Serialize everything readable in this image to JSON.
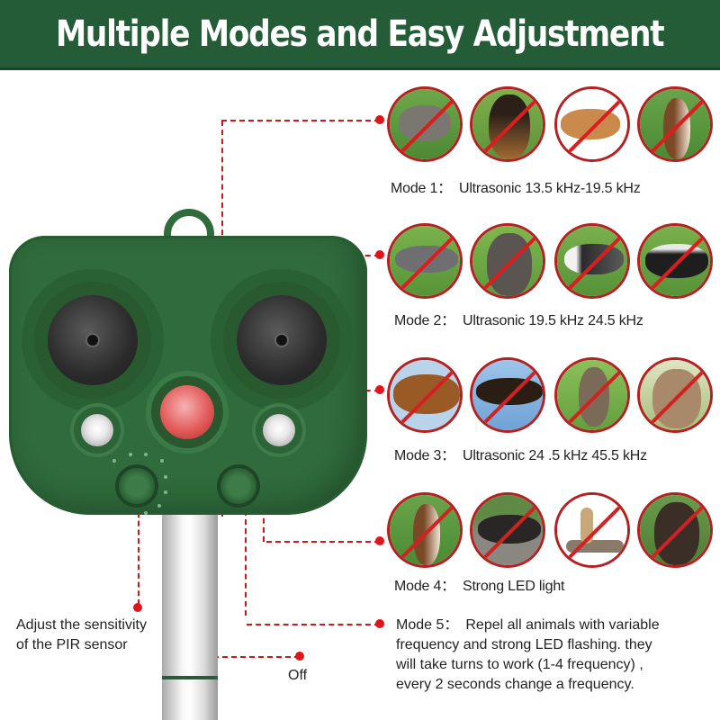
{
  "banner": {
    "title": "Multiple Modes and Easy Adjustment",
    "background": "#235c36",
    "text_color": "#ffffff"
  },
  "modes": [
    {
      "label": "Mode 1：",
      "description": "Ultrasonic 13.5 kHz-19.5 kHz",
      "animals": [
        "rat-icon",
        "dog-icon",
        "fox-icon",
        "weasel-icon"
      ]
    },
    {
      "label": "Mode 2：",
      "description": "Ultrasonic 19.5 kHz 24.5 kHz",
      "animals": [
        "cat-icon",
        "raccoon-dog-icon",
        "badger-icon",
        "skunk-icon"
      ]
    },
    {
      "label": "Mode 3：",
      "description": "Ultrasonic 24 .5 kHz 45.5 kHz",
      "animals": [
        "bat-icon",
        "eagle-icon",
        "rabbit-icon",
        "squirrel-icon"
      ]
    },
    {
      "label": "Mode 4：",
      "description": "Strong LED light",
      "animals": [
        "weasel-icon",
        "boar-icon",
        "snake-icon",
        "bear-icon"
      ]
    },
    {
      "label": "Mode 5：",
      "description": "Repel all animals with variable frequency and strong LED flashing. they will take turns to work (1-4 frequency) , every 2 seconds change a frequency.",
      "lines": [
        "Repel all animals with variable",
        "frequency and strong LED flashing. they",
        "will take turns to work (1-4 frequency) ,",
        "every 2 seconds change a frequency."
      ]
    }
  ],
  "callouts": {
    "pir_sensitivity": [
      "Adjust the sensitivity",
      "of the PIR sensor"
    ],
    "off": "Off"
  },
  "colors": {
    "accent_red": "#e0141a",
    "dash_red": "#c51b1b",
    "device_green": "#2f6b3b",
    "prohibit_ring": "#b22222"
  }
}
